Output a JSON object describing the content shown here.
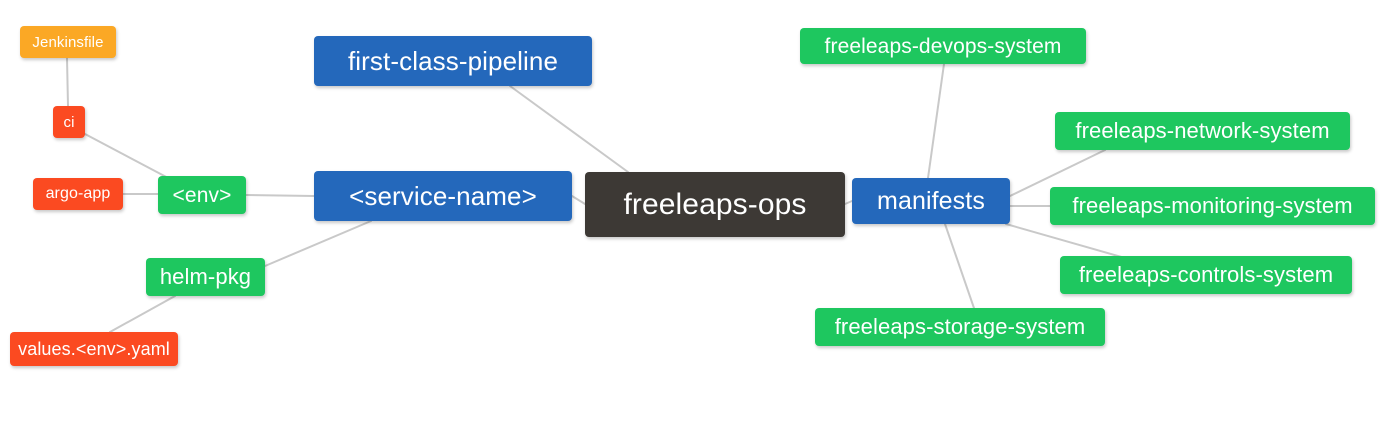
{
  "diagram": {
    "type": "mindmap",
    "title": "freeleaps-ops",
    "background": "#ffffff",
    "edge_color": "#c9c9c9",
    "palette": {
      "root": "#3d3935",
      "blue": "#2468bb",
      "green": "#1ec75f",
      "orange": "#fba825",
      "red": "#fb4a21",
      "text": "#ffffff"
    }
  },
  "nodes": {
    "root": {
      "label": "freeleaps-ops"
    },
    "service_name": {
      "label": "<service-name>"
    },
    "first_class_pipeline": {
      "label": "first-class-pipeline"
    },
    "manifests": {
      "label": "manifests"
    },
    "env": {
      "label": "<env>"
    },
    "ci": {
      "label": "ci"
    },
    "jenkinsfile": {
      "label": "Jenkinsfile"
    },
    "argo_app": {
      "label": "argo-app"
    },
    "helm_pkg": {
      "label": "helm-pkg"
    },
    "values_yaml": {
      "label": "values.<env>.yaml"
    },
    "devops_system": {
      "label": "freeleaps-devops-system"
    },
    "network_system": {
      "label": "freeleaps-network-system"
    },
    "monitoring_system": {
      "label": "freeleaps-monitoring-system"
    },
    "controls_system": {
      "label": "freeleaps-controls-system"
    },
    "storage_system": {
      "label": "freeleaps-storage-system"
    }
  },
  "edges": [
    {
      "from": "root",
      "to": "service_name"
    },
    {
      "from": "root",
      "to": "first_class_pipeline"
    },
    {
      "from": "root",
      "to": "manifests"
    },
    {
      "from": "service_name",
      "to": "env"
    },
    {
      "from": "service_name",
      "to": "helm_pkg"
    },
    {
      "from": "env",
      "to": "ci"
    },
    {
      "from": "env",
      "to": "argo_app"
    },
    {
      "from": "ci",
      "to": "jenkinsfile"
    },
    {
      "from": "helm_pkg",
      "to": "values_yaml"
    },
    {
      "from": "manifests",
      "to": "devops_system"
    },
    {
      "from": "manifests",
      "to": "network_system"
    },
    {
      "from": "manifests",
      "to": "monitoring_system"
    },
    {
      "from": "manifests",
      "to": "controls_system"
    },
    {
      "from": "manifests",
      "to": "storage_system"
    }
  ]
}
